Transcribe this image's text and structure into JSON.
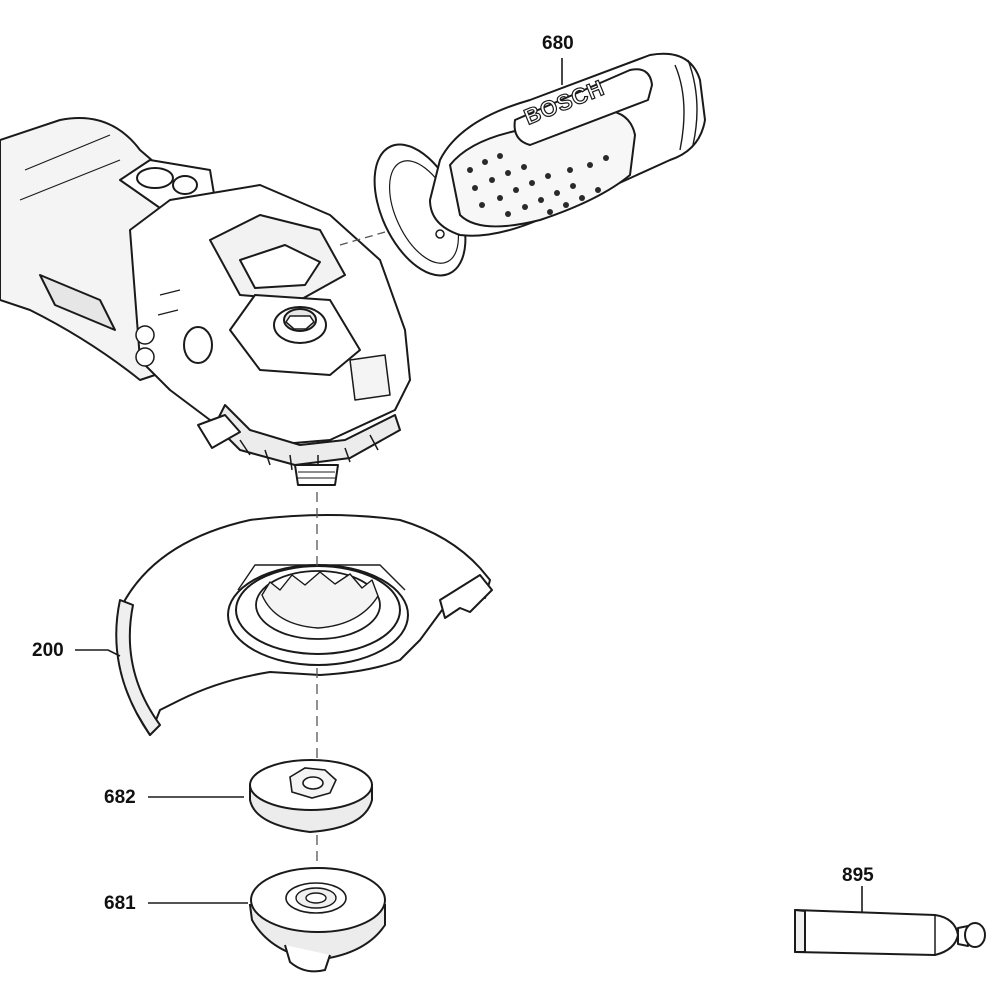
{
  "diagram": {
    "parts": [
      {
        "id": "680",
        "label": "680",
        "icon": "side-handle-icon"
      },
      {
        "id": "200",
        "label": "200",
        "icon": "wheel-guard-icon"
      },
      {
        "id": "682",
        "label": "682",
        "icon": "clamping-nut-icon"
      },
      {
        "id": "681",
        "label": "681",
        "icon": "mounting-flange-icon"
      },
      {
        "id": "895",
        "label": "895",
        "icon": "grease-tube-icon"
      }
    ],
    "handle_brand": "BOSCH"
  },
  "colors": {
    "line": "#1a1a1a",
    "dash": "#555555",
    "fill": "#ffffff",
    "shade": "#e8e8e8",
    "dark": "#2a2a2a"
  }
}
